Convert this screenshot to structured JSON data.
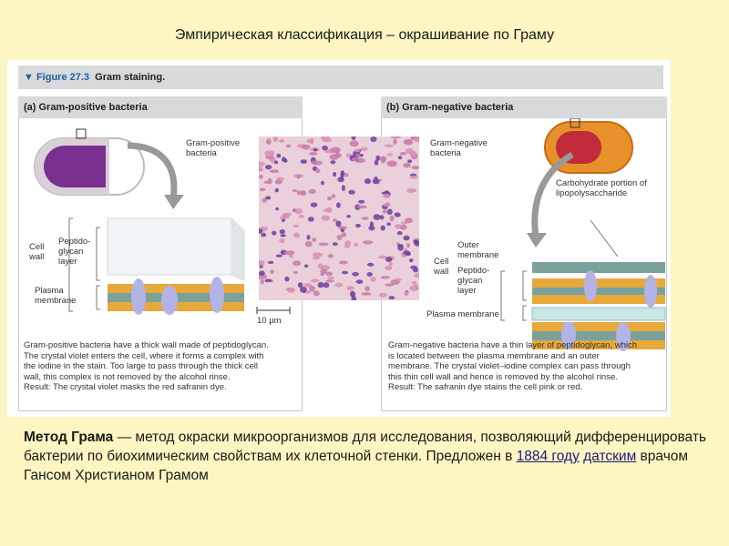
{
  "slide_title": "Эмпирическая классификация – окрашивание по Граму",
  "figure": {
    "number": "▼ Figure 27.3",
    "title": "Gram staining.",
    "panel_a": {
      "title": "(a) Gram-positive bacteria",
      "cell_wall": "Cell wall",
      "peptidoglycan": "Peptido-glycan layer",
      "plasma_membrane": "Plasma membrane",
      "caption": [
        "Gram-positive bacteria have a thick wall made of peptidoglycan.",
        "The crystal violet enters the cell, where it forms a complex with",
        "the iodine in the stain. Too large to pass through the thick cell",
        "wall, this complex is not removed by the alcohol rinse.",
        "Result: The crystal violet masks the red safranin dye."
      ]
    },
    "micrograph": {
      "label_left": "Gram-positive bacteria",
      "label_right": "Gram-negative bacteria",
      "scale_bar": "10 µm"
    },
    "panel_b": {
      "title": "(b) Gram-negative bacteria",
      "carbohydrate": "Carbohydrate portion of lipopolysaccharide",
      "outer_membrane": "Outer membrane",
      "cell_wall": "Cell wall",
      "peptidoglycan": "Peptido-glycan layer",
      "plasma_membrane": "Plasma membrane",
      "caption": [
        "Gram-negative bacteria have a thin layer of peptidoglycan, which",
        "is located between the plasma membrane and an outer",
        "membrane. The crystal violet–iodine complex can pass through",
        "this thin cell wall and hence is removed by the alcohol rinse.",
        "Result: The safranin dye stains the cell pink or red."
      ]
    }
  },
  "bottom_text": {
    "bold": "Метод Грама",
    "part1": " — метод окраски микроорганизмов для исследования, позволяющий дифференцировать бактерии по биохимическим свойствам их клеточной стенки. Предложен в ",
    "year": "1884 году",
    "space": " ",
    "nationality": "датским",
    "part2": " врачом Гансом Христианом Грамом"
  },
  "colors": {
    "background": "#fdf5c2",
    "header_gray": "#d8d9da",
    "figure_blue": "#1f5fa8",
    "gram_positive_cell": "#7a2f8f",
    "gram_negative_cell": "#e8902a",
    "micrograph_bg": "#e9c9d6"
  }
}
